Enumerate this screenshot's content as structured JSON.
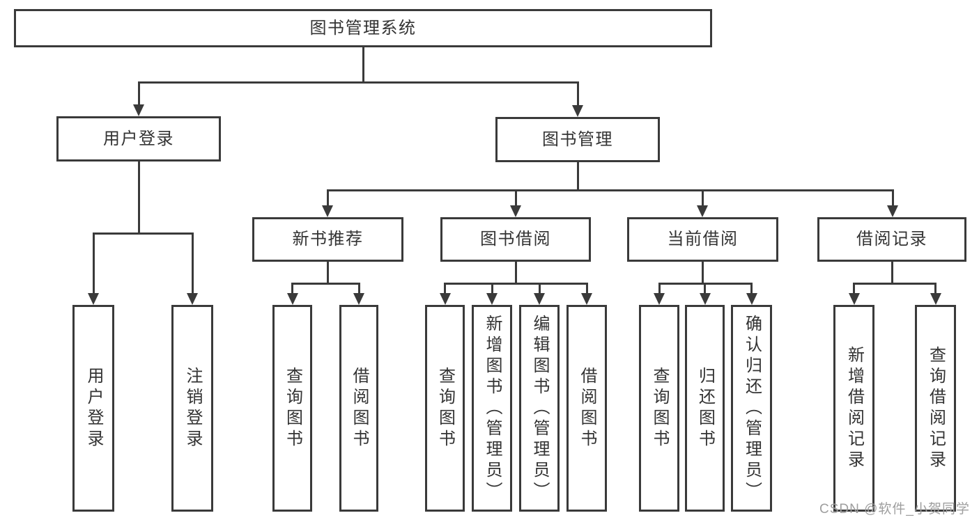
{
  "colors": {
    "line": "#3a3a3a",
    "text": "#333333",
    "watermark": "#9e9e9e",
    "background": "#ffffff"
  },
  "diagram": {
    "root": {
      "label": "图书管理系统"
    },
    "branches": [
      {
        "label": "用户登录",
        "children": [
          {
            "label": "用户登录"
          },
          {
            "label": "注销登录"
          }
        ]
      },
      {
        "label": "图书管理",
        "groups": [
          {
            "label": "新书推荐",
            "children": [
              {
                "label": "查询图书"
              },
              {
                "label": "借阅图书"
              }
            ]
          },
          {
            "label": "图书借阅",
            "children": [
              {
                "label": "查询图书"
              },
              {
                "label": "新增图书（管理员）"
              },
              {
                "label": "编辑图书（管理员）"
              },
              {
                "label": "借阅图书"
              }
            ]
          },
          {
            "label": "当前借阅",
            "children": [
              {
                "label": "查询图书"
              },
              {
                "label": "归还图书"
              },
              {
                "label": "确认归还（管理员）"
              }
            ]
          },
          {
            "label": "借阅记录",
            "children": [
              {
                "label": "新增借阅记录"
              },
              {
                "label": "查询借阅记录"
              }
            ]
          }
        ]
      }
    ]
  },
  "watermark": {
    "text": "CSDN @软件_小贺同学"
  }
}
